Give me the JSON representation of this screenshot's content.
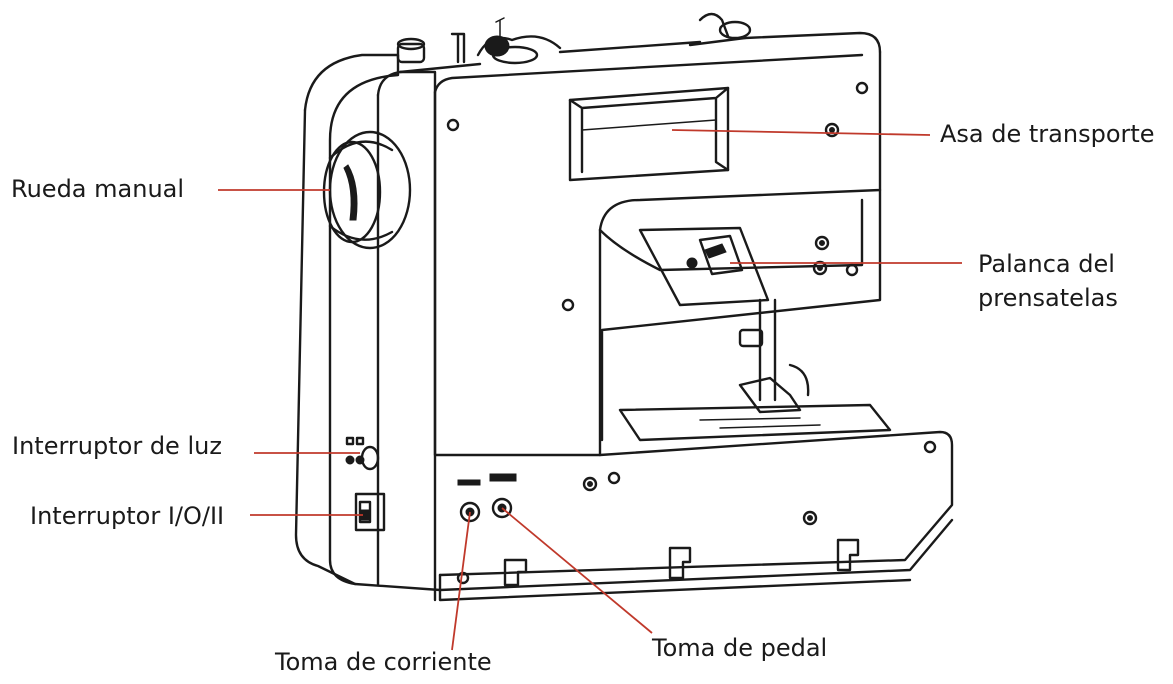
{
  "figure": {
    "labels": {
      "rueda_manual": "Rueda manual",
      "asa_transporte": "Asa de transporte",
      "palanca_line1": "Palanca del",
      "palanca_line2": "prensatelas",
      "interruptor_luz": "Interruptor de luz",
      "interruptor_io": "Interruptor I/O/II",
      "toma_corriente": "Toma de corriente",
      "toma_pedal": "Toma de pedal"
    },
    "colors": {
      "leader_line": "#c0392b",
      "outline": "#1a1a1a",
      "label_text": "#1a1a1a"
    }
  }
}
